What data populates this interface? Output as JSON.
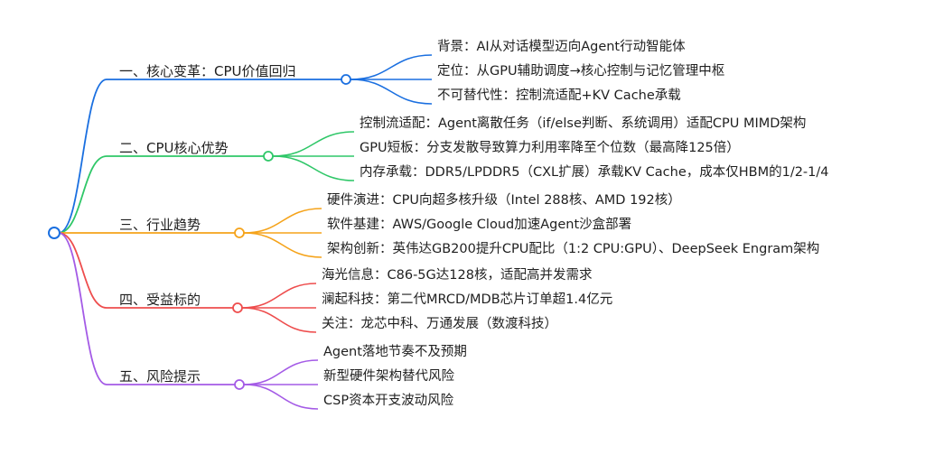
{
  "branches": [
    {
      "label": "一、核心变革：CPU价值回归",
      "color": "#1a6fe0",
      "children": [
        "背景：AI从对话模型迈向Agent行动智能体",
        "定位：从GPU辅助调度→核心控制与记忆管理中枢",
        "不可替代性：控制流适配+KV Cache承载"
      ]
    },
    {
      "label": "二、CPU核心优势",
      "color": "#2fc768",
      "children": [
        "控制流适配：Agent离散任务（if/else判断、系统调用）适配CPU MIMD架构",
        "GPU短板：分支发散导致算力利用率降至个位数（最高降125倍）",
        "内存承载：DDR5/LPDDR5（CXL扩展）承载KV Cache，成本仅HBM的1/2-1/4"
      ]
    },
    {
      "label": "三、行业趋势",
      "color": "#f5a31a",
      "children": [
        "硬件演进：CPU向超多核升级（Intel 288核、AMD 192核）",
        "软件基建：AWS/Google Cloud加速Agent沙盒部署",
        "架构创新：英伟达GB200提升CPU配比（1:2 CPU:GPU）、DeepSeek Engram架构"
      ]
    },
    {
      "label": "四、受益标的",
      "color": "#ee4d4d",
      "children": [
        "海光信息：C86-5G达128核，适配高并发需求",
        "澜起科技：第二代MRCD/MDB芯片订单超1.4亿元",
        "关注：龙芯中科、万通发展（数渡科技）"
      ]
    },
    {
      "label": "五、风险提示",
      "color": "#a45be6",
      "children": [
        "Agent落地节奏不及预期",
        "新型硬件架构替代风险",
        "CSP资本开支波动风险"
      ]
    }
  ]
}
